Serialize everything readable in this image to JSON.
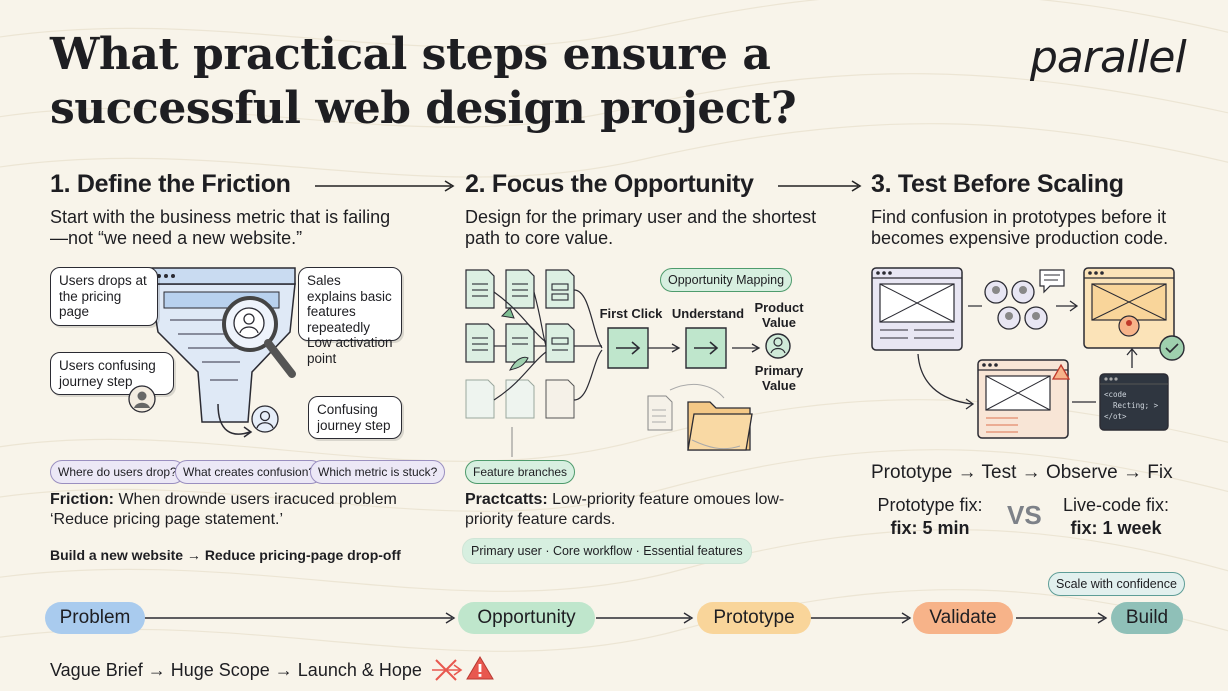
{
  "header": {
    "title_line1": "What practical steps ensure a",
    "title_line2": "successful web design project?",
    "brand": "parallel"
  },
  "steps": [
    {
      "heading": "1. Define the Friction",
      "description": "Start with the business metric that is failing —not “we need a new website.”",
      "notes": {
        "users_drop": "Users drops at the pricing page",
        "sales_explains": "Sales explains basic features repeatedly",
        "low_activation": "Low activation point",
        "users_confusing": "Users confusing journey step",
        "confusing_step": "Confusing journey step"
      },
      "questions": [
        "Where do users drop?",
        "What creates confusion?",
        "Which metric is stuck?"
      ],
      "friction_label": "Friction:",
      "friction_text": " When drownde users iracuced problem ‘Reduce pricing page statement.’",
      "transform_from": "Build a new website",
      "transform_to": "Reduce pricing-page drop-off"
    },
    {
      "heading": "2. Focus the Opportunity",
      "description": "Design for the primary user and the shortest path to core value.",
      "opportunity_chip": "Opportunity Mapping",
      "flow": {
        "first_click": "First Click",
        "understand": "Understand",
        "product_value": "Product Value",
        "primary_value": "Primary Value"
      },
      "feature_chip": "Feature branches",
      "practice_label": "Practcatts:",
      "practice_text": " Low-priority feature omoues low-priority feature cards.",
      "tags": "Primary user  ·  Core workflow  ·  Essential features"
    },
    {
      "heading": "3. Test Before Scaling",
      "description": "Find confusion in prototypes before it becomes expensive production code.",
      "code_lines": [
        "<code",
        "  Recting; >",
        "</ot>"
      ],
      "loop": "Prototype → Test → Observe → Fix",
      "proto_fix_line1": "Prototype fix:",
      "proto_fix_line2": "fix: 5 min",
      "vs": "VS",
      "live_fix_line1": "Live-code fix:",
      "live_fix_line2": "fix: 1 week"
    }
  ],
  "pipeline": {
    "scale_chip": "Scale with confidence",
    "stages": [
      "Problem",
      "Opportunity",
      "Prototype",
      "Validate",
      "Build"
    ]
  },
  "antipattern": "Vague Brief → Huge Scope → Launch & Hope",
  "colors": {
    "background": "#f8f4ea",
    "problem": "#a9cbee",
    "opportunity": "#bfe6cc",
    "prototype": "#f9d59a",
    "validate": "#f7b389",
    "build": "#8fc0b8",
    "warning": "#e8584f"
  }
}
